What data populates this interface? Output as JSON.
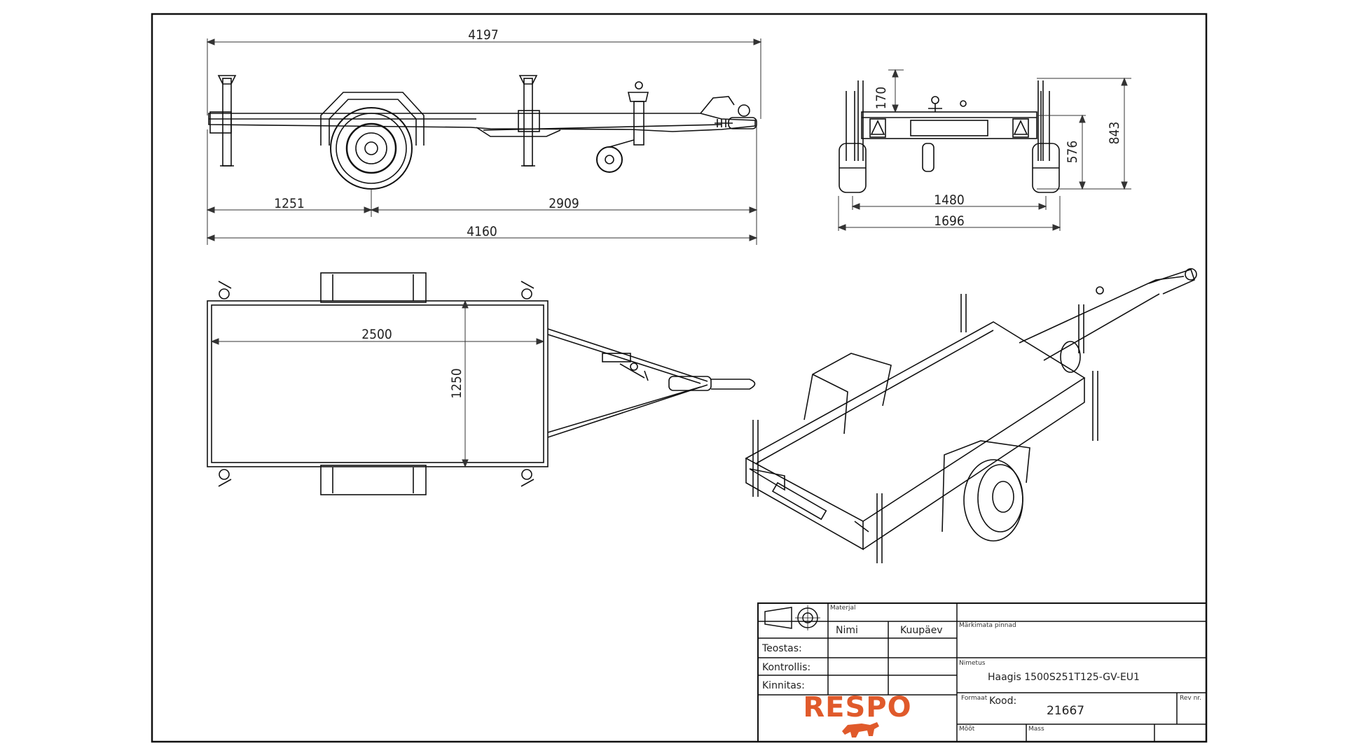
{
  "dimensions": {
    "side_overall_length": "4197",
    "side_front_to_axle": "1251",
    "side_axle_to_coupler": "2909",
    "side_body_length": "4160",
    "rear_frame_height": "170",
    "rear_total_height": "843",
    "rear_deck_height": "576",
    "rear_track_width": "1480",
    "rear_overall_width": "1696",
    "top_deck_length": "2500",
    "top_deck_width": "1250"
  },
  "title_block": {
    "material_label": "Materjal",
    "name_col": "Nimi",
    "date_col": "Kuupäev",
    "surface_label": "Märkimata pinnad",
    "row_made": "Teostas:",
    "row_checked": "Kontrollis:",
    "row_approved": "Kinnitas:",
    "name_label": "Nimetus",
    "product_name": "Haagis 1500S251T125-GV-EU1",
    "format_label": "Formaat",
    "code_label": "Kood:",
    "code_value": "21667",
    "rev_label": "Rev nr.",
    "scale_label": "Mõõt",
    "mass_label": "Mass",
    "logo_text": "RESPO"
  },
  "colors": {
    "logo": "#e05a2b",
    "lines": "#111111"
  }
}
